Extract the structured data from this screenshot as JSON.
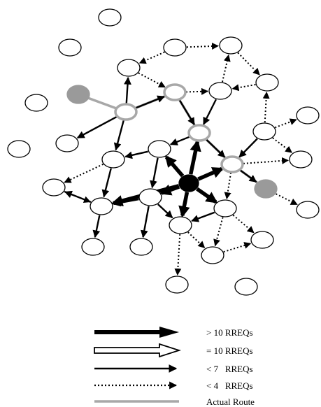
{
  "colors": {
    "stroke": "#000000",
    "node_fill": "#ffffff",
    "endpoint_fill": "#9a9a9a",
    "source_fill": "#000000",
    "route": "#a8a8a8"
  },
  "legend": {
    "items": [
      {
        "id": "over10",
        "style": "thick",
        "label": "> 10 RREQs"
      },
      {
        "id": "eq10",
        "style": "hollow",
        "label": "= 10 RREQs"
      },
      {
        "id": "lt7",
        "style": "medium",
        "label": "< 7   RREQs"
      },
      {
        "id": "lt4",
        "style": "dotted",
        "label": "< 4   RREQs"
      },
      {
        "id": "route",
        "style": "route",
        "label": "Actual Route"
      }
    ]
  }
}
